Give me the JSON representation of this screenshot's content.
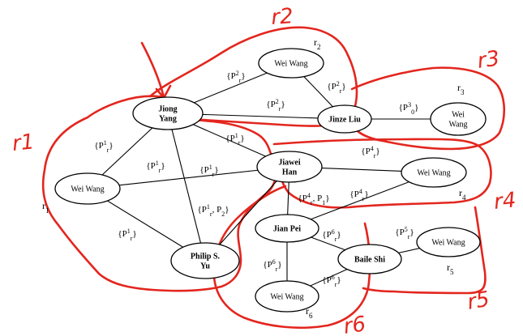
{
  "nodes": [
    {
      "id": "jiong",
      "lines": [
        "Jiong",
        "Yang"
      ],
      "bold": true
    },
    {
      "id": "weiwang2",
      "lines": [
        "Wei Wang"
      ],
      "bold": false
    },
    {
      "id": "jinze",
      "lines": [
        "Jinze Liu"
      ],
      "bold": true
    },
    {
      "id": "weiwang3",
      "lines": [
        "Wei",
        "Wang"
      ],
      "bold": false
    },
    {
      "id": "weiwang1",
      "lines": [
        "Wei Wang"
      ],
      "bold": false
    },
    {
      "id": "jiawei",
      "lines": [
        "Jiawei",
        "Han"
      ],
      "bold": true
    },
    {
      "id": "weiwang4",
      "lines": [
        "Wei Wang"
      ],
      "bold": false
    },
    {
      "id": "jianpei",
      "lines": [
        "Jian Pei"
      ],
      "bold": true
    },
    {
      "id": "philip",
      "lines": [
        "Philip S.",
        "Yu"
      ],
      "bold": true
    },
    {
      "id": "baile",
      "lines": [
        "Baile Shi"
      ],
      "bold": true
    },
    {
      "id": "weiwang5",
      "lines": [
        "Wei Wang"
      ],
      "bold": false
    },
    {
      "id": "weiwang6",
      "lines": [
        "Wei Wang"
      ],
      "bold": false
    }
  ],
  "edges": [
    {
      "from": "jiong",
      "to": "weiwang2",
      "label": [
        {
          "t": "{P"
        },
        {
          "t": "2",
          "sup": true
        },
        {
          "t": "r",
          "sub": true
        },
        {
          "t": "}"
        }
      ]
    },
    {
      "from": "jiong",
      "to": "jinze",
      "label": [
        {
          "t": "{P"
        },
        {
          "t": "2",
          "sup": true
        },
        {
          "t": "r",
          "sub": true
        },
        {
          "t": "}"
        }
      ]
    },
    {
      "from": "weiwang2",
      "to": "jinze",
      "label": [
        {
          "t": "{P"
        },
        {
          "t": "2",
          "sup": true
        },
        {
          "t": "r",
          "sub": true
        },
        {
          "t": "}"
        }
      ]
    },
    {
      "from": "jinze",
      "to": "weiwang3",
      "label": [
        {
          "t": "{P"
        },
        {
          "t": "3",
          "sup": true
        },
        {
          "t": "0",
          "sub": true
        },
        {
          "t": "}"
        }
      ]
    },
    {
      "from": "jiong",
      "to": "weiwang1",
      "label": [
        {
          "t": "{P"
        },
        {
          "t": "1",
          "sup": true
        },
        {
          "t": "r",
          "sub": true
        },
        {
          "t": "}"
        }
      ]
    },
    {
      "from": "jiong",
      "to": "jiawei",
      "label": [
        {
          "t": "{P"
        },
        {
          "t": "1",
          "sup": true
        },
        {
          "t": "r",
          "sub": true
        },
        {
          "t": "}"
        }
      ]
    },
    {
      "from": "jiong",
      "to": "philip",
      "label": [
        {
          "t": "{P"
        },
        {
          "t": "1",
          "sup": true
        },
        {
          "t": "r",
          "sub": true
        },
        {
          "t": "}"
        }
      ]
    },
    {
      "from": "weiwang1",
      "to": "jiawei",
      "label": [
        {
          "t": "{P"
        },
        {
          "t": "1",
          "sup": true
        },
        {
          "t": "r",
          "sub": true
        },
        {
          "t": "}"
        }
      ]
    },
    {
      "from": "weiwang1",
      "to": "philip",
      "label": [
        {
          "t": "{P"
        },
        {
          "t": "1",
          "sup": true
        },
        {
          "t": "r",
          "sub": true
        },
        {
          "t": "}"
        }
      ]
    },
    {
      "from": "jiawei",
      "to": "philip",
      "label": [
        {
          "t": "{P"
        },
        {
          "t": "1",
          "sup": true
        },
        {
          "t": "r",
          "sub": true
        },
        {
          "t": ", P"
        },
        {
          "t": "2",
          "sub": true
        },
        {
          "t": "}"
        }
      ]
    },
    {
      "from": "jiawei",
      "to": "weiwang4",
      "label": [
        {
          "t": "{P"
        },
        {
          "t": "4",
          "sup": true
        },
        {
          "t": "r",
          "sub": true
        },
        {
          "t": "}"
        }
      ]
    },
    {
      "from": "jiawei",
      "to": "jianpei",
      "label": [
        {
          "t": "{P"
        },
        {
          "t": "4",
          "sup": true
        },
        {
          "t": "r",
          "sub": true
        },
        {
          "t": ", P"
        },
        {
          "t": "1",
          "sub": true
        },
        {
          "t": "}"
        }
      ]
    },
    {
      "from": "jianpei",
      "to": "weiwang4",
      "label": [
        {
          "t": "{P"
        },
        {
          "t": "4",
          "sup": true
        },
        {
          "t": "r",
          "sub": true
        },
        {
          "t": "}"
        }
      ]
    },
    {
      "from": "jianpei",
      "to": "baile",
      "label": [
        {
          "t": "{P"
        },
        {
          "t": "6",
          "sup": true
        },
        {
          "t": "r",
          "sub": true
        },
        {
          "t": "}"
        }
      ]
    },
    {
      "from": "jianpei",
      "to": "weiwang6",
      "label": [
        {
          "t": "{P"
        },
        {
          "t": "6",
          "sup": true
        },
        {
          "t": "r",
          "sub": true
        },
        {
          "t": "}"
        }
      ]
    },
    {
      "from": "baile",
      "to": "weiwang6",
      "label": [
        {
          "t": "{P"
        },
        {
          "t": "6",
          "sup": true
        },
        {
          "t": "r",
          "sub": true
        },
        {
          "t": "}"
        }
      ]
    },
    {
      "from": "baile",
      "to": "weiwang5",
      "label": [
        {
          "t": "{P"
        },
        {
          "t": "5",
          "sup": true
        },
        {
          "t": "r",
          "sub": true
        },
        {
          "t": "}"
        }
      ]
    }
  ],
  "r_labels": [
    {
      "id": "r1",
      "base": "r",
      "sub": "1"
    },
    {
      "id": "r2",
      "base": "r",
      "sub": "2"
    },
    {
      "id": "r3",
      "base": "r",
      "sub": "3"
    },
    {
      "id": "r4",
      "base": "r",
      "sub": "4"
    },
    {
      "id": "r5",
      "base": "r",
      "sub": "5"
    },
    {
      "id": "r6",
      "base": "r",
      "sub": "6"
    }
  ],
  "handwritten_tags": [
    {
      "id": "tag-r1",
      "text": "r1"
    },
    {
      "id": "tag-r2",
      "text": "r2"
    },
    {
      "id": "tag-r3",
      "text": "r3"
    },
    {
      "id": "tag-r4",
      "text": "r4"
    },
    {
      "id": "tag-r5",
      "text": "r5"
    },
    {
      "id": "tag-r6",
      "text": "r6"
    }
  ],
  "colors": {
    "ink": "#000000",
    "annotation": "#e3261e",
    "background": "#ffffff"
  }
}
